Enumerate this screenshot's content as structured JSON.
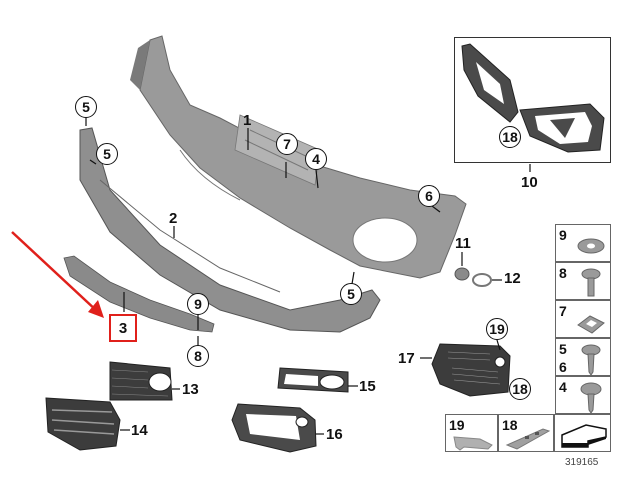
{
  "diagram": {
    "id_number": "319165",
    "highlight_color": "#e0201b",
    "part_color": "#8a8a8a",
    "grille_color": "#3c3c3c",
    "highlighted_part": "3",
    "labels": {
      "p1": "1",
      "p2": "2",
      "p3": "3",
      "p4": "4",
      "p5a": "5",
      "p5b": "5",
      "p5c": "5",
      "p6": "6",
      "p7": "7",
      "p8": "8",
      "p9": "9",
      "p10": "10",
      "p11": "11",
      "p12": "12",
      "p13": "13",
      "p14": "14",
      "p15": "15",
      "p16": "16",
      "p17": "17",
      "p18a": "18",
      "p18b": "18",
      "p19": "19"
    },
    "hardware_legend": [
      {
        "num": "9",
        "icon": "washer"
      },
      {
        "num": "8",
        "icon": "screw-with-clip"
      },
      {
        "num": "7",
        "icon": "square-nut"
      },
      {
        "num": "5",
        "num2": "6",
        "icon": "hex-bolt"
      },
      {
        "num": "4",
        "icon": "hex-bolt-washer"
      }
    ],
    "bottom_legend": [
      {
        "num": "19",
        "icon": "bracket-strip"
      },
      {
        "num": "18",
        "icon": "retainer-strip"
      },
      {
        "num": "",
        "icon": "direction-arrow"
      }
    ]
  }
}
